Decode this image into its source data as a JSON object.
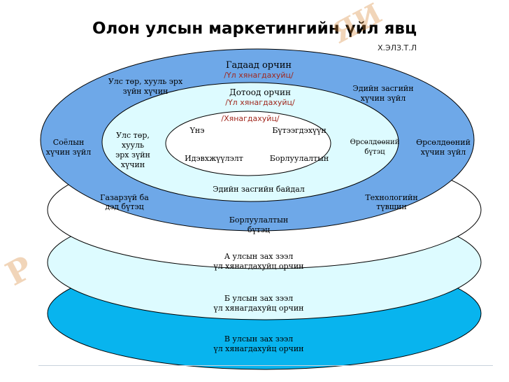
{
  "title": "Олон улсын маркетингийн үйл явц",
  "watermark_left": "Р",
  "watermark_right": "ЯИ",
  "top_right_text": "Х.ЭЛЗ.Т.Л",
  "colors": {
    "outer_ring": "#6ea8e8",
    "middle_ring": "#ddfbff",
    "core": "#ffffff",
    "layer_white": "#ffffff",
    "layer_light": "#ddfbff",
    "layer_bright": "#08b4ee",
    "stroke": "#000000",
    "red_text": "#a0281e"
  },
  "outer": {
    "title": "Гадаад орчин",
    "subtitle": "/Үл хянагдахуйц/",
    "left_top_1": "Улс төр, хууль эрх",
    "left_top_2": "зүйн хүчин",
    "left_1": "Соёлын",
    "left_2": "хүчин зүйл",
    "left_bottom_1": "Газарзүй ба",
    "left_bottom_2": "дэд бүтэц",
    "right_top_1": "Эдийн засгийн",
    "right_top_2": "хүчин зүйл",
    "right_1": "Өрсөлдөөний",
    "right_2": "хүчин зүйл",
    "right_bottom_1": "Технологийн",
    "right_bottom_2": "түвшин",
    "bottom_1": "Борлуулалтын",
    "bottom_2": "бүтэц"
  },
  "middle": {
    "title": "Дотоод орчин",
    "subtitle": "/Үл хянагдахуйц/",
    "left_1": "Улс төр,",
    "left_2": "хууль",
    "left_3": "эрх зүйн",
    "left_4": "хүчин",
    "right_1": "Өрсөлдөөний",
    "right_2": "бүтэц",
    "bottom": "Эдийн засгийн байдал"
  },
  "core": {
    "title": "/Хянагдахуйц/",
    "items": [
      "Үнэ",
      "Бүтээгдэхүүн",
      "Идэвхжүүлэлт",
      "Борлуулалтын"
    ]
  },
  "layers": [
    {
      "line1": "А улсын зах зээл",
      "line2": "үл хянагдахуйц орчин"
    },
    {
      "line1": "Б улсын зах зээл",
      "line2": "үл хянагдахуйц орчин"
    },
    {
      "line1": "В улсын зах зээл",
      "line2": "үл хянагдахуйц орчин"
    }
  ]
}
